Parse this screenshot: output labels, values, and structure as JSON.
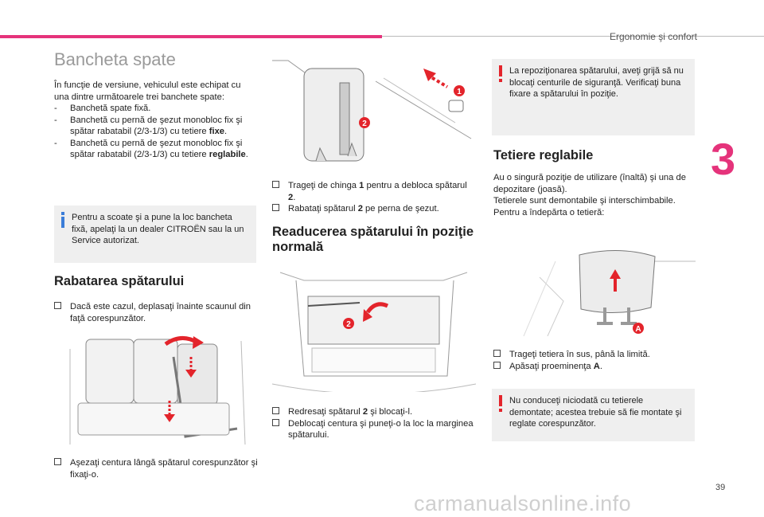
{
  "header": {
    "section_title": "Ergonomie şi confort",
    "chapter_number": "3"
  },
  "footer": {
    "page_number": "39",
    "watermark": "carmanualsonline.info"
  },
  "col1": {
    "title": "Bancheta spate",
    "intro": "În funcţie de versiune, vehiculul este echipat cu una dintre următoarele trei banchete spate:",
    "items": [
      {
        "prefix": "Banchetă spate fixă.",
        "bold": "",
        "suffix": ""
      },
      {
        "prefix": "Banchetă cu pernă de şezut monobloc fix şi spătar rabatabil (2/3-1/3) cu tetiere ",
        "bold": "fixe",
        "suffix": "."
      },
      {
        "prefix": "Banchetă cu pernă de şezut monobloc fix şi spătar rabatabil (2/3-1/3) cu tetiere ",
        "bold": "reglabile",
        "suffix": "."
      }
    ],
    "info_box": "Pentru a scoate şi a pune la loc bancheta fixă, apelaţi la un dealer CITROËN sau la un Service autorizat.",
    "heading2": "Rabatarea spătarului",
    "step1": "Dacă este cazul, deplasaţi înainte scaunul din faţă corespunzător.",
    "step2": "Aşezaţi centura lângă spătarul corespunzător şi fixaţi-o."
  },
  "col2": {
    "steps_a": [
      {
        "prefix": "Trageţi de chinga ",
        "bold": "1",
        "suffix": " pentru a debloca spătarul ",
        "bold2": "2",
        "suffix2": "."
      },
      {
        "prefix": "Rabataţi spătarul ",
        "bold": "2",
        "suffix": " pe perna de şezut.",
        "bold2": "",
        "suffix2": ""
      }
    ],
    "heading": "Readucerea spătarului în poziţie normală",
    "steps_b": [
      {
        "prefix": "Redresaţi spătarul ",
        "bold": "2",
        "suffix": " şi blocaţi-l."
      },
      {
        "prefix": "Deblocaţi centura şi puneţi-o la loc la marginea spătarului.",
        "bold": "",
        "suffix": ""
      }
    ],
    "callouts": {
      "one": "1",
      "two": "2",
      "two_b": "2"
    }
  },
  "col3": {
    "warning_box": "La repoziţionarea spătarului, aveţi grijă să nu blocaţi centurile de siguranţă. Verificaţi buna fixare a spătarului în poziţie.",
    "heading": "Tetiere reglabile",
    "p1": "Au o singură poziţie de utilizare (înaltă) şi una de depozitare (joasă).",
    "p2": "Tetierele sunt demontabile şi interschimbabile.",
    "p3": "Pentru a îndepărta o tetieră:",
    "steps": [
      {
        "prefix": "Trageţi tetiera în sus, până la limită.",
        "bold": "",
        "suffix": ""
      },
      {
        "prefix": "Apăsaţi proeminenţa ",
        "bold": "A",
        "suffix": "."
      }
    ],
    "callout_a": "A",
    "warning_box2": "Nu conduceţi niciodată cu tetierele demontate; acestea trebuie să fie montate şi reglate corespunzător."
  },
  "markers": {
    "dash": "-",
    "bullet": "",
    "info": "i",
    "warn": "!"
  },
  "colors": {
    "accent": "#e5337b",
    "arrow_red": "#e3242b",
    "box_bg": "#efefef",
    "heading_grey": "#9a9a9a"
  }
}
